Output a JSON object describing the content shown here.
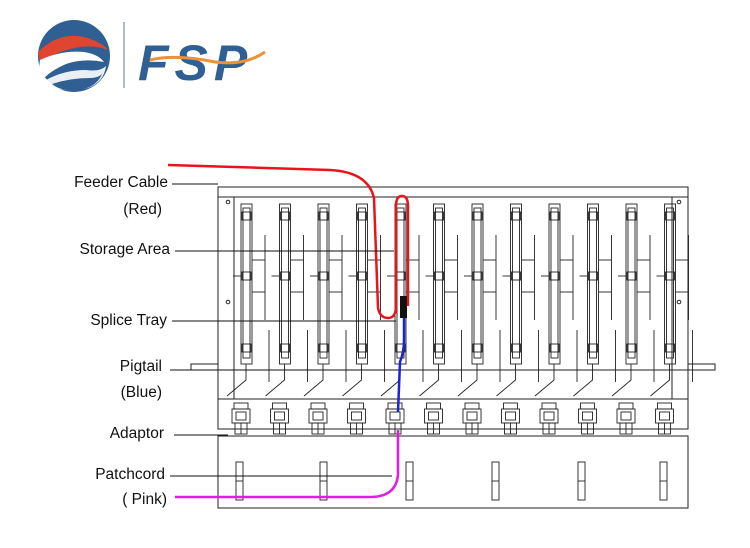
{
  "brand": {
    "logo_text": "FSP",
    "logo_icon": "swirl-globe-icon",
    "colors": {
      "blue": "#2f5f93",
      "red": "#e0452f",
      "orange": "#e9923b"
    }
  },
  "labels": {
    "feeder_cable": "Feeder Cable",
    "feeder_cable_note": "(Red)",
    "storage_area": "Storage Area",
    "splice_tray": "Splice Tray",
    "pigtail": "Pigtail",
    "pigtail_note": "(Blue)",
    "adaptor": "Adaptor",
    "patchcord": "Patchcord",
    "patchcord_note": "( Pink)"
  },
  "cable_colors": {
    "feeder": "#e8141c",
    "pigtail": "#1c22d8",
    "patchcord": "#e619e6"
  },
  "tray_count": 12
}
